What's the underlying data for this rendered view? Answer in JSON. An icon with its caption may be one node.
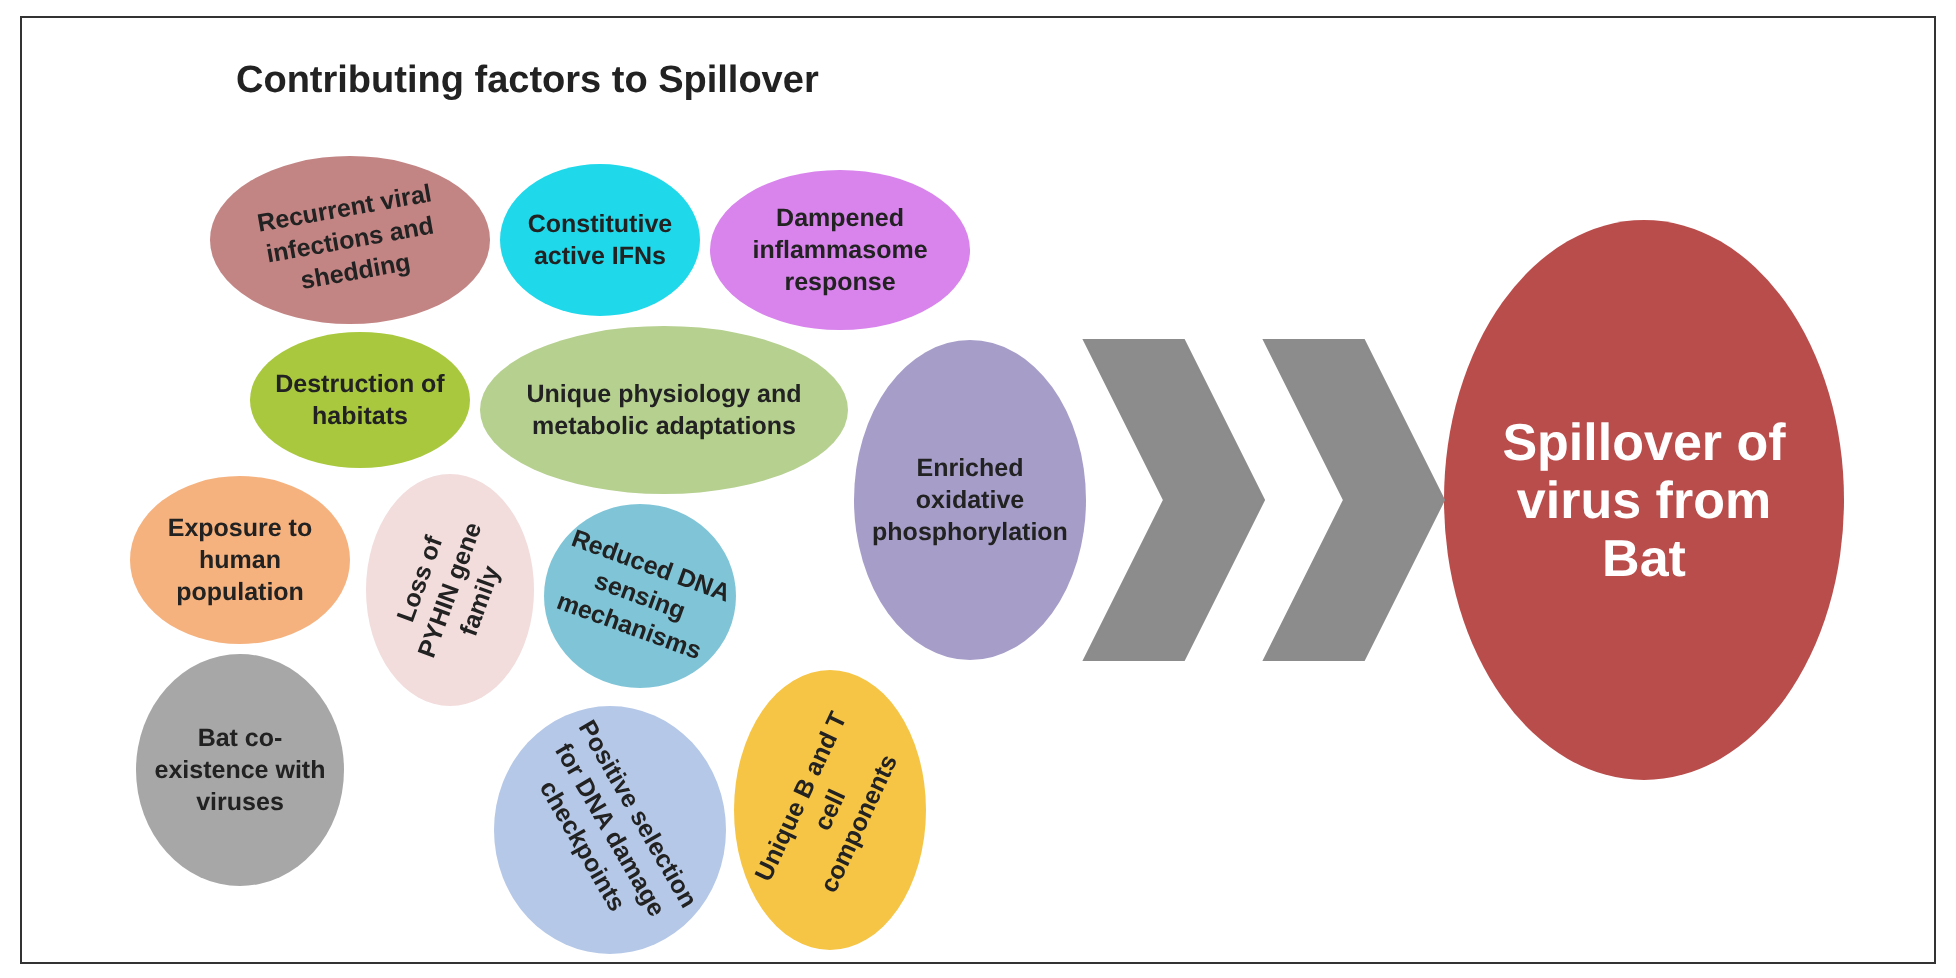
{
  "diagram": {
    "title": "Contributing factors to Spillover",
    "nodes": [
      {
        "text": [
          "Recurrent viral infections and shedding"
        ]
      },
      {
        "text": [
          "Constitutive active IFNs"
        ]
      },
      {
        "text": [
          "Dampened inflammasome response"
        ]
      },
      {
        "text": [
          "Destruction of habitats"
        ]
      },
      {
        "text": [
          "Unique physiology and metabolic adaptations"
        ]
      },
      {
        "text": [
          "Enriched oxidative phosphorylation"
        ]
      },
      {
        "text": [
          "Exposure to human population"
        ]
      },
      {
        "text": [
          "Loss of PYHIN gene family"
        ]
      },
      {
        "text": [
          "Reduced DNA sensing mechanisms"
        ]
      },
      {
        "text": [
          "Bat co-existence with viruses"
        ]
      },
      {
        "text": [
          "Unique B and T cell components"
        ]
      },
      {
        "text": [
          "Positive selection for DNA damage checkpoints"
        ]
      },
      {
        "text": [
          "Spillover of virus from Bat"
        ]
      }
    ],
    "edges": [
      {
        "from": null,
        "to": 12,
        "arrow": "to"
      }
    ]
  }
}
